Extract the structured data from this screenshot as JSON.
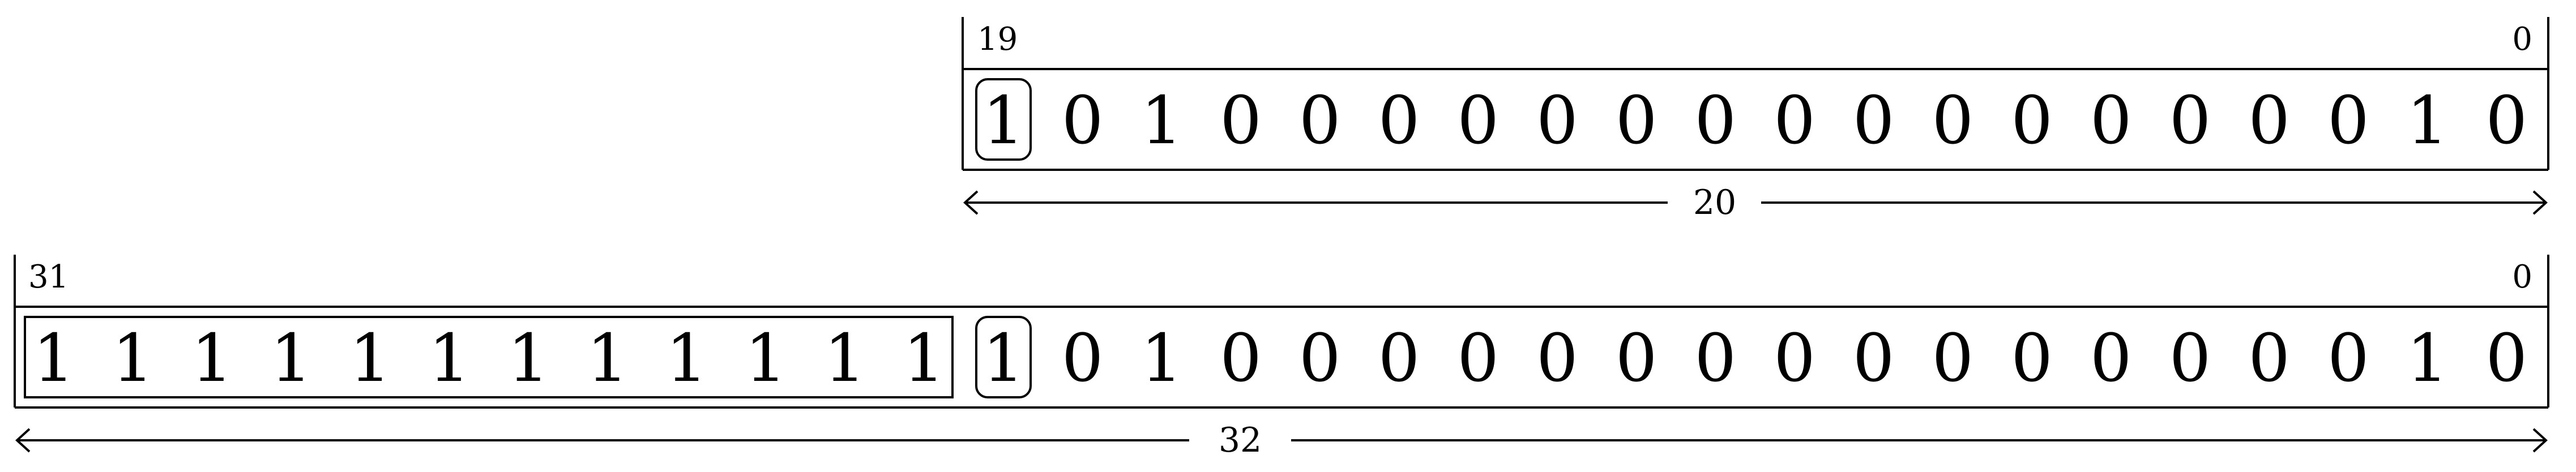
{
  "top_register": {
    "msb_index": "19",
    "lsb_index": "0",
    "bits": [
      "1",
      "0",
      "1",
      "0",
      "0",
      "0",
      "0",
      "0",
      "0",
      "0",
      "0",
      "0",
      "0",
      "0",
      "0",
      "0",
      "0",
      "0",
      "1",
      "0"
    ],
    "highlighted_bit": 0,
    "width_label": "20"
  },
  "bottom_register": {
    "msb_index": "31",
    "lsb_index": "0",
    "extension_bits": [
      "1",
      "1",
      "1",
      "1",
      "1",
      "1",
      "1",
      "1",
      "1",
      "1",
      "1",
      "1"
    ],
    "bits": [
      "1",
      "0",
      "1",
      "0",
      "0",
      "0",
      "0",
      "0",
      "0",
      "0",
      "0",
      "0",
      "0",
      "0",
      "0",
      "0",
      "0",
      "0",
      "1",
      "0"
    ],
    "highlighted_bit": 0,
    "width_label": "32"
  }
}
